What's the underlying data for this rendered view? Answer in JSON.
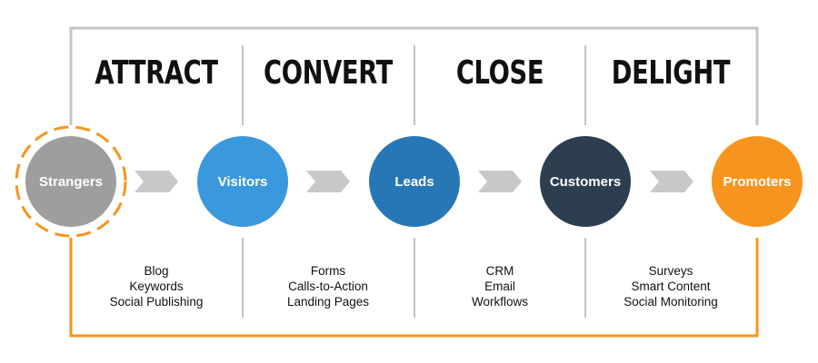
{
  "stages": [
    {
      "title": "ATTRACT"
    },
    {
      "title": "CONVERT"
    },
    {
      "title": "CLOSE"
    },
    {
      "title": "DELIGHT"
    }
  ],
  "nodes": [
    {
      "label": "Strangers",
      "color": "#9e9e9e"
    },
    {
      "label": "Visitors",
      "color": "#3a98dd"
    },
    {
      "label": "Leads",
      "color": "#2777b7"
    },
    {
      "label": "Customers",
      "color": "#2c3e50"
    },
    {
      "label": "Promoters",
      "color": "#f7941d"
    }
  ],
  "tools": [
    {
      "items": [
        "Blog",
        "Keywords",
        "Social Publishing"
      ]
    },
    {
      "items": [
        "Forms",
        "Calls-to-Action",
        "Landing Pages"
      ]
    },
    {
      "items": [
        "CRM",
        "Email",
        "Workflows"
      ]
    },
    {
      "items": [
        "Surveys",
        "Smart Content",
        "Social Monitoring"
      ]
    }
  ],
  "colors": {
    "frame": "#c4c4c4",
    "loop": "#f7941d",
    "arrow": "#c8c8c8",
    "dashed_ring": "#f7941d"
  }
}
